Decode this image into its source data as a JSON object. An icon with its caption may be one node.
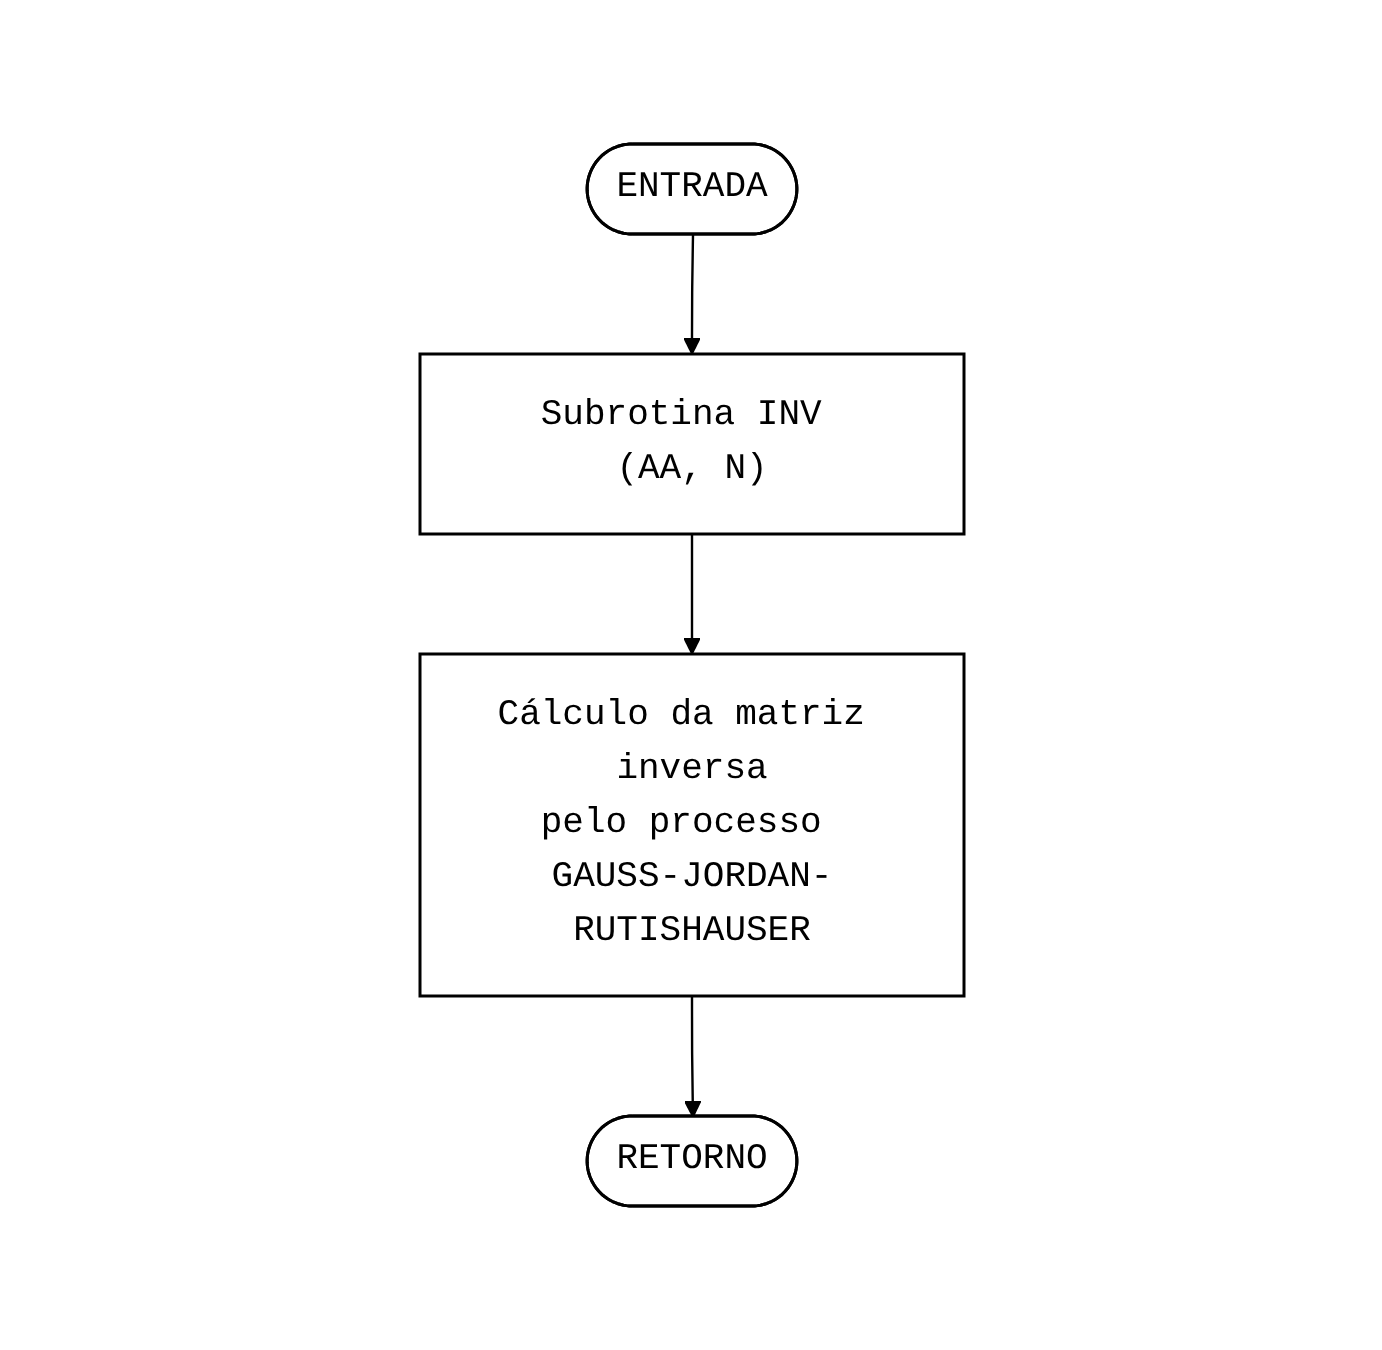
{
  "diagram": {
    "nodes": [
      {
        "text": [
          "ENTRADA"
        ]
      },
      {
        "text": [
          "Subrotina INV (AA, N)"
        ]
      },
      {
        "text": [
          "Cálculo da matriz inversa pelo processo GAUSS-JORDAN-RUTISHAUSER"
        ]
      },
      {
        "text": [
          "RETORNO"
        ]
      }
    ],
    "edges": [
      {
        "from": 0,
        "to": 1,
        "arrow": "to"
      },
      {
        "from": 1,
        "to": 2,
        "arrow": "to"
      },
      {
        "from": 2,
        "to": 3,
        "arrow": "to"
      }
    ]
  }
}
